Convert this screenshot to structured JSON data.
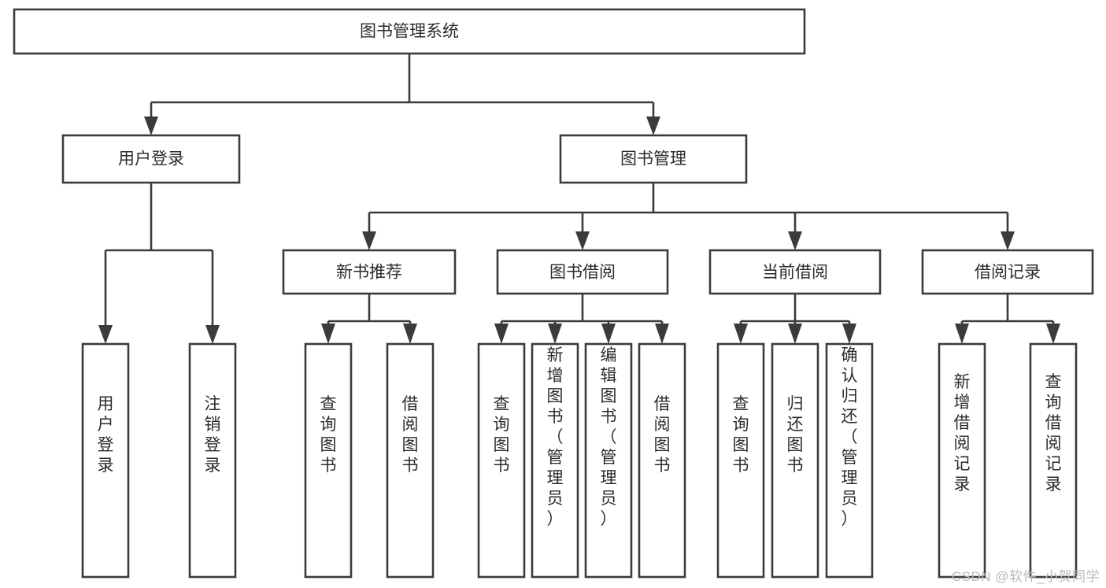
{
  "diagram": {
    "type": "tree-hierarchy",
    "title": "图书管理系统",
    "watermark": "CSDN @软件_小贺同学",
    "colors": {
      "box_stroke": "#3b3b3b",
      "box_fill": "#ffffff",
      "connector": "#3b3b3b",
      "label_text": "#2b2b2b",
      "background": "#ffffff",
      "watermark_text": "#b9b9b9"
    },
    "levels": {
      "root": {
        "label": "图书管理系统",
        "orientation": "horizontal"
      },
      "level2": [
        {
          "label": "用户登录",
          "orientation": "horizontal"
        },
        {
          "label": "图书管理",
          "orientation": "horizontal"
        }
      ],
      "level3": [
        {
          "label": "新书推荐",
          "orientation": "horizontal",
          "parent": "图书管理"
        },
        {
          "label": "图书借阅",
          "orientation": "horizontal",
          "parent": "图书管理"
        },
        {
          "label": "当前借阅",
          "orientation": "horizontal",
          "parent": "图书管理"
        },
        {
          "label": "借阅记录",
          "orientation": "horizontal",
          "parent": "图书管理"
        }
      ],
      "leaves": [
        {
          "label": "用户登录",
          "orientation": "vertical",
          "parent": "用户登录"
        },
        {
          "label": "注销登录",
          "orientation": "vertical",
          "parent": "用户登录"
        },
        {
          "label": "查询图书",
          "orientation": "vertical",
          "parent": "新书推荐"
        },
        {
          "label": "借阅图书",
          "orientation": "vertical",
          "parent": "新书推荐"
        },
        {
          "label": "查询图书",
          "orientation": "vertical",
          "parent": "图书借阅"
        },
        {
          "label": "新增图书（管理员）",
          "orientation": "vertical",
          "parent": "图书借阅"
        },
        {
          "label": "编辑图书（管理员）",
          "orientation": "vertical",
          "parent": "图书借阅"
        },
        {
          "label": "借阅图书",
          "orientation": "vertical",
          "parent": "图书借阅"
        },
        {
          "label": "查询图书",
          "orientation": "vertical",
          "parent": "当前借阅"
        },
        {
          "label": "归还图书",
          "orientation": "vertical",
          "parent": "当前借阅"
        },
        {
          "label": "确认归还（管理员）",
          "orientation": "vertical",
          "parent": "当前借阅"
        },
        {
          "label": "新增借阅记录",
          "orientation": "vertical",
          "parent": "借阅记录"
        },
        {
          "label": "查询借阅记录",
          "orientation": "vertical",
          "parent": "借阅记录"
        }
      ]
    }
  }
}
